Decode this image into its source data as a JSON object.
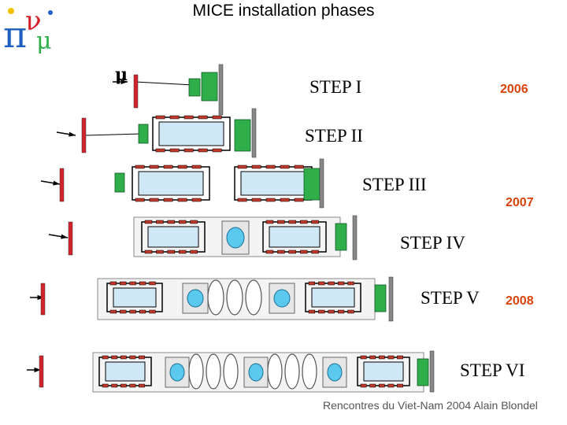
{
  "title": "MICE installation phases",
  "particle_symbol": "μ",
  "steps": [
    "STEP I",
    "STEP II",
    "STEP III",
    "STEP IV",
    "STEP V",
    "STEP VI"
  ],
  "years": [
    "2006",
    "2007",
    "2008"
  ],
  "footer": "Rencontres du Viet-Nam 2004 Alain Blondel",
  "colors": {
    "title_text": "#000000",
    "year_text": "#d9430b",
    "tracker_box": "#cfe8f5",
    "absorber": "#5bc8ee",
    "green_block": "#2fae4a",
    "red_plate": "#d4222a",
    "gray_plate": "#888888",
    "coil_red": "#c0392b"
  }
}
